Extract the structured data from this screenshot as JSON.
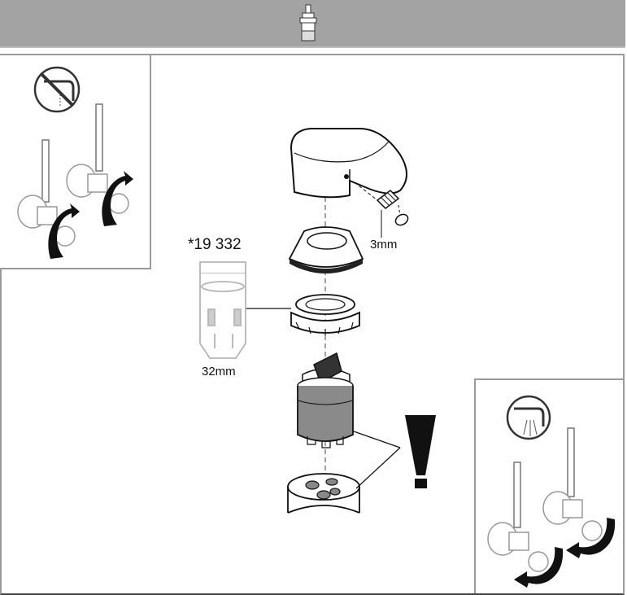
{
  "header": {
    "icon": "cartridge-icon"
  },
  "labels": {
    "part_number": "*19 332",
    "wrench_size": "32mm",
    "hex_key_size": "3mm"
  },
  "icons": {
    "left_inset": "water-off-icon",
    "right_inset": "water-on-icon",
    "warning": "exclamation-icon"
  }
}
